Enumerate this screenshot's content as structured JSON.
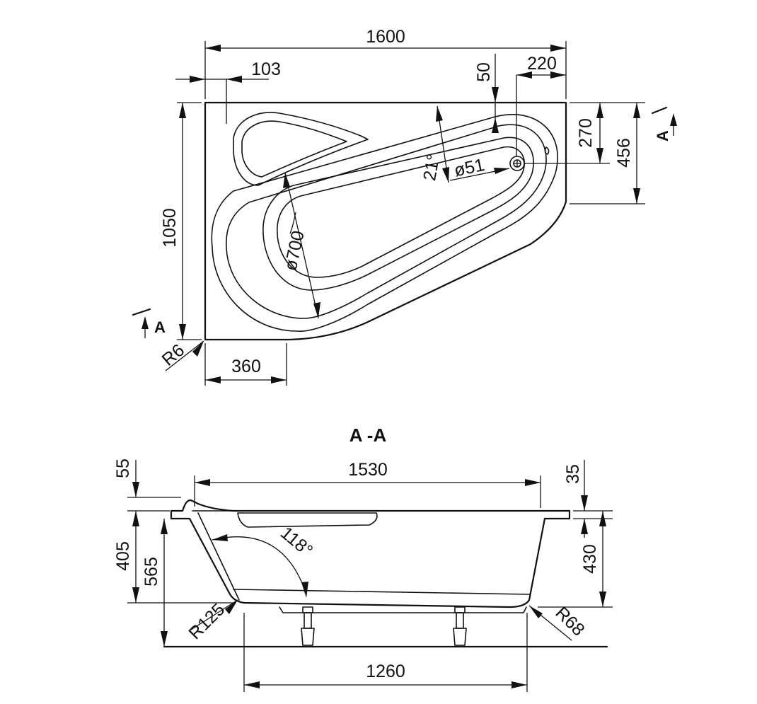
{
  "top_view": {
    "dims": {
      "overall_width": "1600",
      "left_offset": "103",
      "drain_top": "50",
      "drain_right": "220",
      "right_height_1": "270",
      "right_height_2": "456",
      "overall_height": "1050",
      "bottom_width": "360",
      "corner_radius": "R6",
      "inner_diameter": "ø700",
      "drain_diameter": "ø51",
      "angle": "21°"
    },
    "section_marks": [
      "A",
      "A"
    ]
  },
  "section_view": {
    "title": "A -A",
    "dims": {
      "top_width": "1530",
      "left_55": "55",
      "left_405": "405",
      "left_565": "565",
      "right_35": "35",
      "right_430": "430",
      "angle": "118°",
      "radius_left": "R125",
      "radius_right": "R68",
      "bottom_width": "1260"
    }
  }
}
